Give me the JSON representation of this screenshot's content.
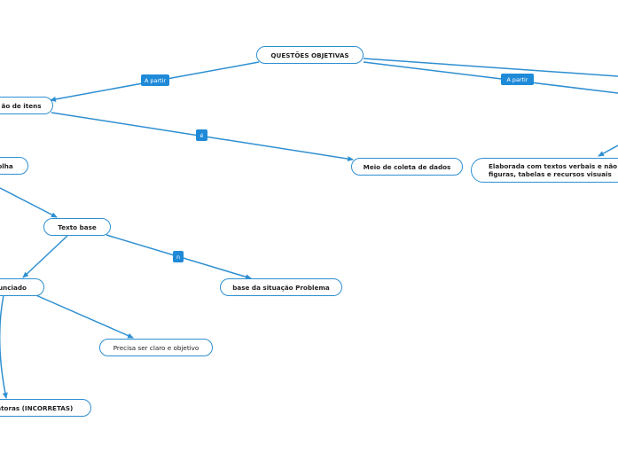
{
  "colors": {
    "connector": "#2e8fd1",
    "node_border": "#2e8fd1",
    "tag_fill": "#1f8ad8"
  },
  "nodes": {
    "root": "QUESTÕES OBJETIVAS",
    "itens": "ão de itens",
    "meio": "Meio de coleta de dados",
    "elaborada": "Elaborada com textos verbais e não v figuras, tabelas e recursos visuais",
    "olha": "olha",
    "texto_base": "Texto base",
    "enunciado": "unciado",
    "situacao": "base da situação Problema",
    "claro": "Precisa ser claro e objetivo",
    "distratoras": "ratoras (INCORRETAS)"
  },
  "tags": {
    "a_partir_left": "A partir",
    "a_partir_right": "A partir",
    "e": "é",
    "n": "n"
  }
}
